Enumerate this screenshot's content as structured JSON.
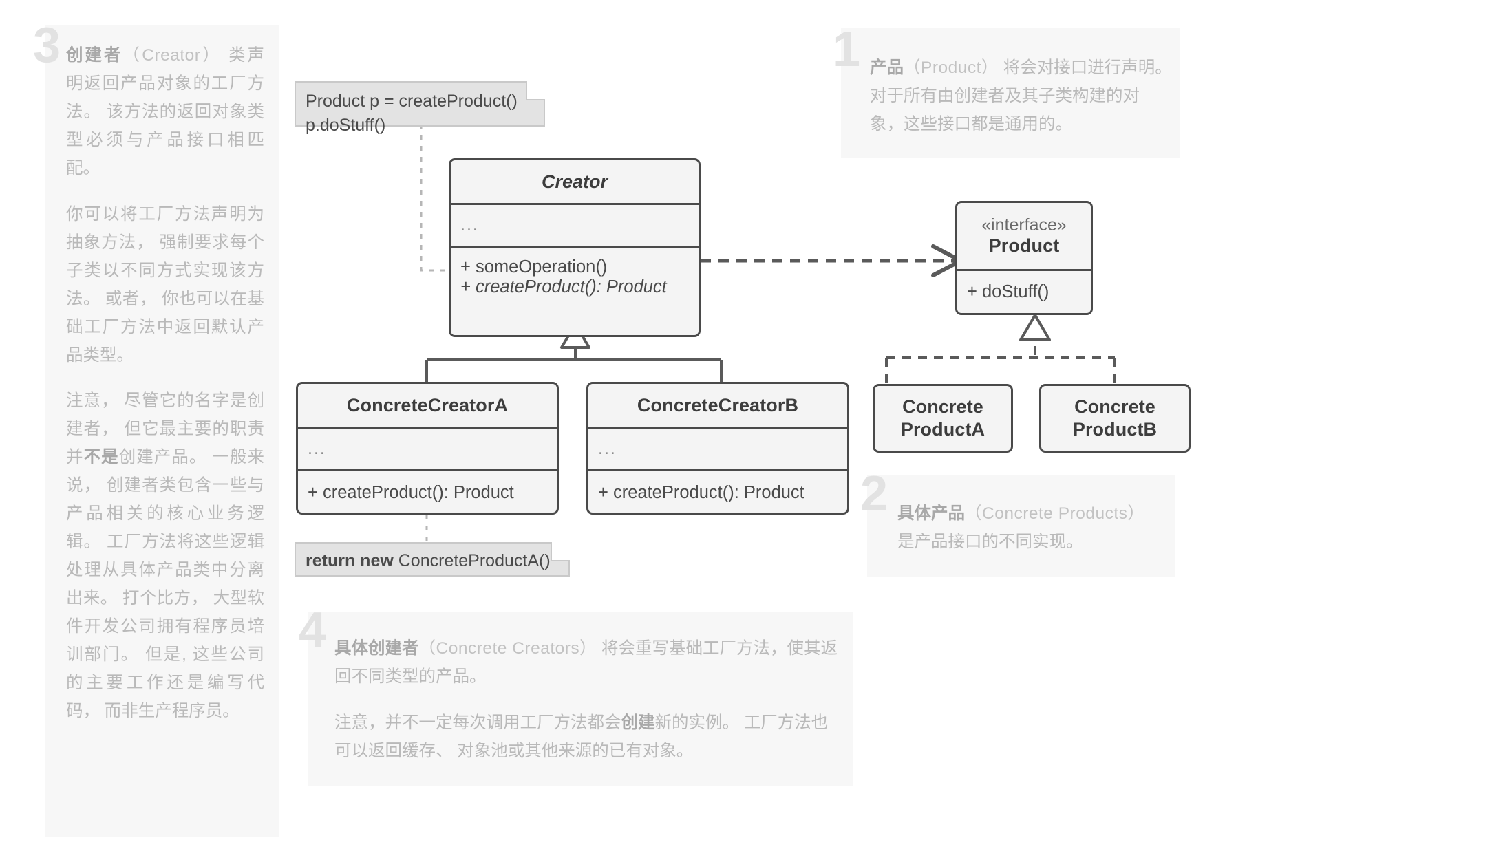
{
  "panels": {
    "creator": {
      "number": "3",
      "title_cn": "创建者",
      "title_en": "（Creator）",
      "p1_rest": " 类声明返回产品对象的工厂方法。 该方法的返回对象类型必须与产品接口相匹配。",
      "p2": "你可以将工厂方法声明为抽象方法， 强制要求每个子类以不同方式实现该方法。 或者， 你也可以在基础工厂方法中返回默认产品类型。",
      "p3a": "注意， 尽管它的名字是创建者， 但它最主要的职责并",
      "p3b": "不是",
      "p3c": "创建产品。 一般来说， 创建者类包含一些与产品相关的核心业务逻辑。 工厂方法将这些逻辑处理从具体产品类中分离出来。 打个比方， 大型软件开发公司拥有程序员培训部门。 但是, 这些公司的主要工作还是编写代码， 而非生产程序员。"
    },
    "product": {
      "number": "1",
      "title_cn": "产品",
      "title_en": "（Product）",
      "text": " 将会对接口进行声明。 对于所有由创建者及其子类构建的对象，这些接口都是通用的。"
    },
    "concrete_products": {
      "number": "2",
      "title_cn": "具体产品",
      "title_en": "（Concrete Products）",
      "text": "是产品接口的不同实现。"
    },
    "concrete_creators": {
      "number": "4",
      "title_cn": "具体创建者",
      "title_en": "（Concrete Creators）",
      "p1_rest": " 将会重写基础工厂方法，使其返回不同类型的产品。",
      "p2a": "注意，并不一定每次调用工厂方法都会",
      "p2b": "创建",
      "p2c": "新的实例。 工厂方法也可以返回缓存、 对象池或其他来源的已有对象。"
    }
  },
  "notes": {
    "creator_usage": {
      "line1": "Product p = createProduct()",
      "line2": "p.doStuff()"
    },
    "concrete_return": {
      "keyword": "return new",
      "rest": " ConcreteProductA()"
    }
  },
  "classes": {
    "creator": {
      "name": "Creator",
      "attributes": "...",
      "operations": [
        "+ someOperation()",
        "+ createProduct(): Product"
      ]
    },
    "product": {
      "stereotype": "«interface»",
      "name": "Product",
      "operations": [
        "+ doStuff()"
      ]
    },
    "concrete_creator_a": {
      "name": "ConcreteCreatorA",
      "attributes": "...",
      "operations": [
        "+ createProduct(): Product"
      ]
    },
    "concrete_creator_b": {
      "name": "ConcreteCreatorB",
      "attributes": "...",
      "operations": [
        "+ createProduct(): Product"
      ]
    },
    "concrete_product_a": {
      "line1": "Concrete",
      "line2": "ProductA"
    },
    "concrete_product_b": {
      "line1": "Concrete",
      "line2": "ProductB"
    }
  },
  "colors": {
    "panel_bg": "#f7f7f7",
    "panel_number": "#e2e2e2",
    "panel_text": "#b9b9b9",
    "class_border": "#4a4a4a",
    "class_bg": "#f4f4f4",
    "note_bg": "#e3e3e3",
    "wire": "#5a5a5a"
  }
}
